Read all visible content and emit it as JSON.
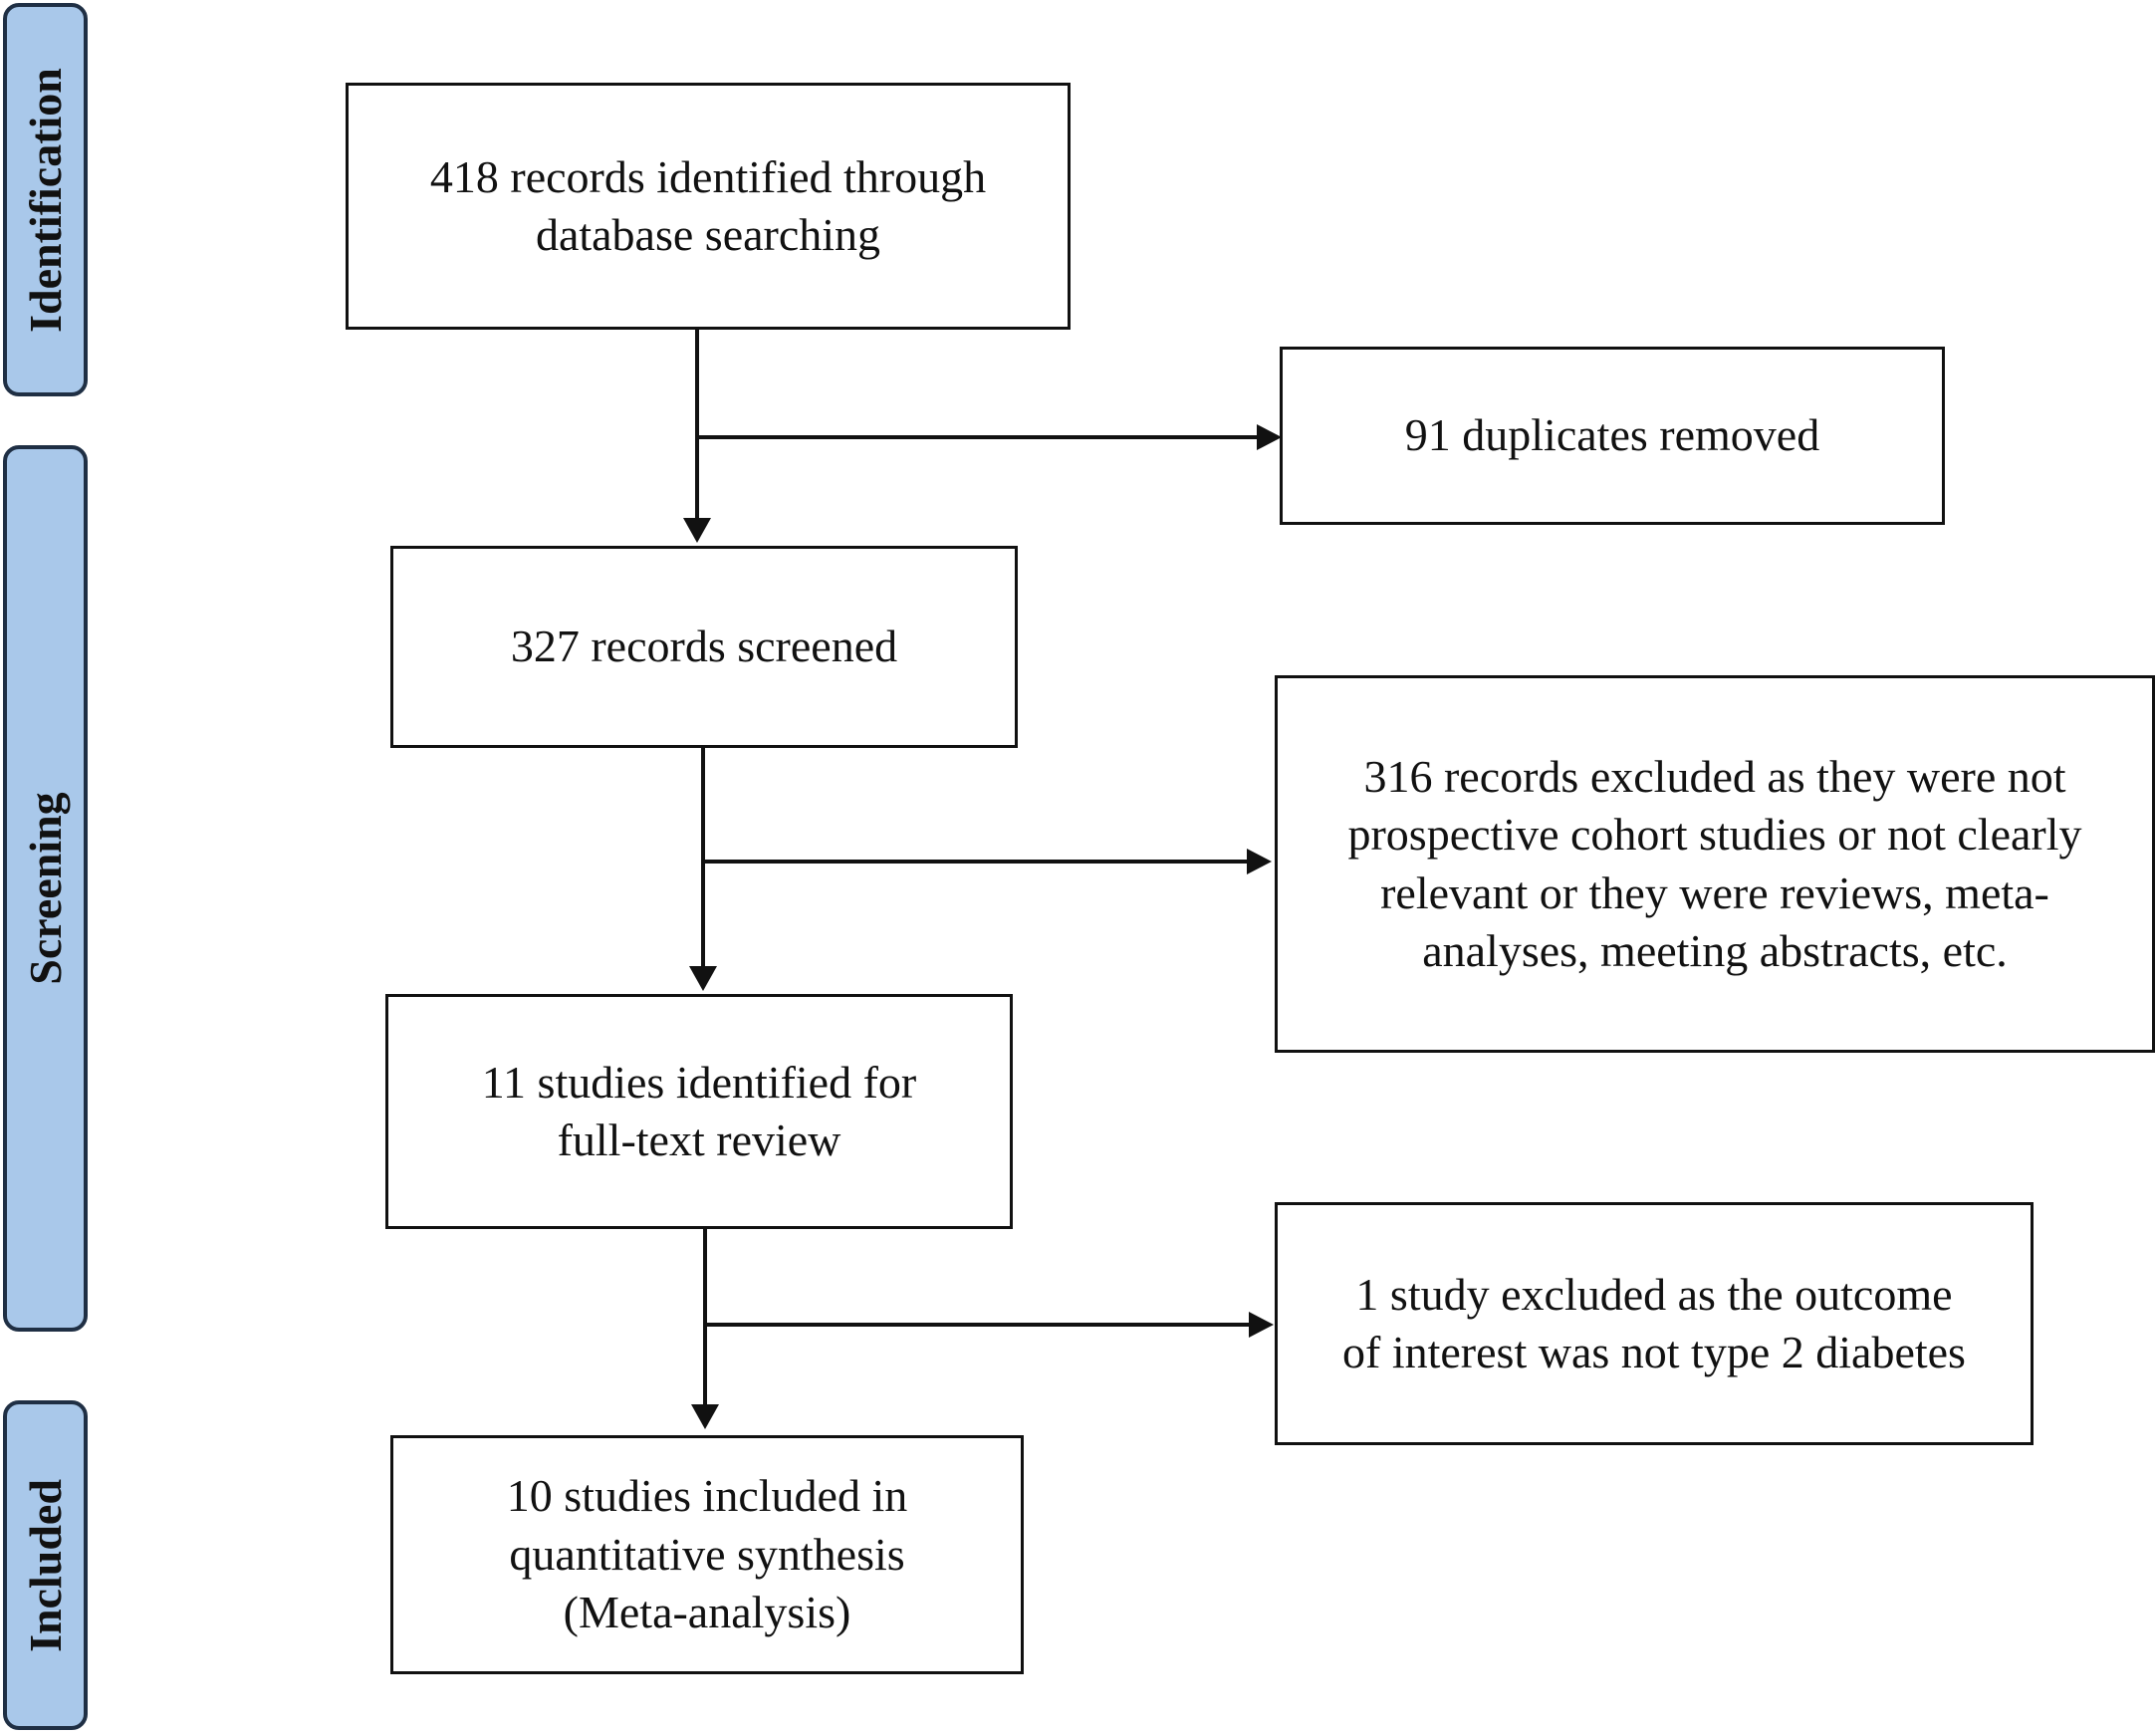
{
  "phases": {
    "identification": "Identification",
    "screening": "Screening",
    "included": "Included"
  },
  "boxes": {
    "records_identified": "418 records identified through\ndatabase searching",
    "duplicates_removed": "91 duplicates removed",
    "records_screened": "327 records screened",
    "records_excluded": "316 records excluded as they were not\nprospective cohort studies or not clearly\nrelevant or they were reviews, meta-\nanalyses, meeting abstracts, etc.",
    "full_text_review": "11 studies identified for\nfull-text review",
    "study_excluded": "1 study excluded as the outcome\nof interest was not type 2 diabetes",
    "studies_included": "10 studies included in\nquantitative synthesis\n(Meta-analysis)"
  },
  "colors": {
    "phase_fill": "#a9c8ea",
    "phase_border": "#1f2f44",
    "line": "#111111"
  }
}
